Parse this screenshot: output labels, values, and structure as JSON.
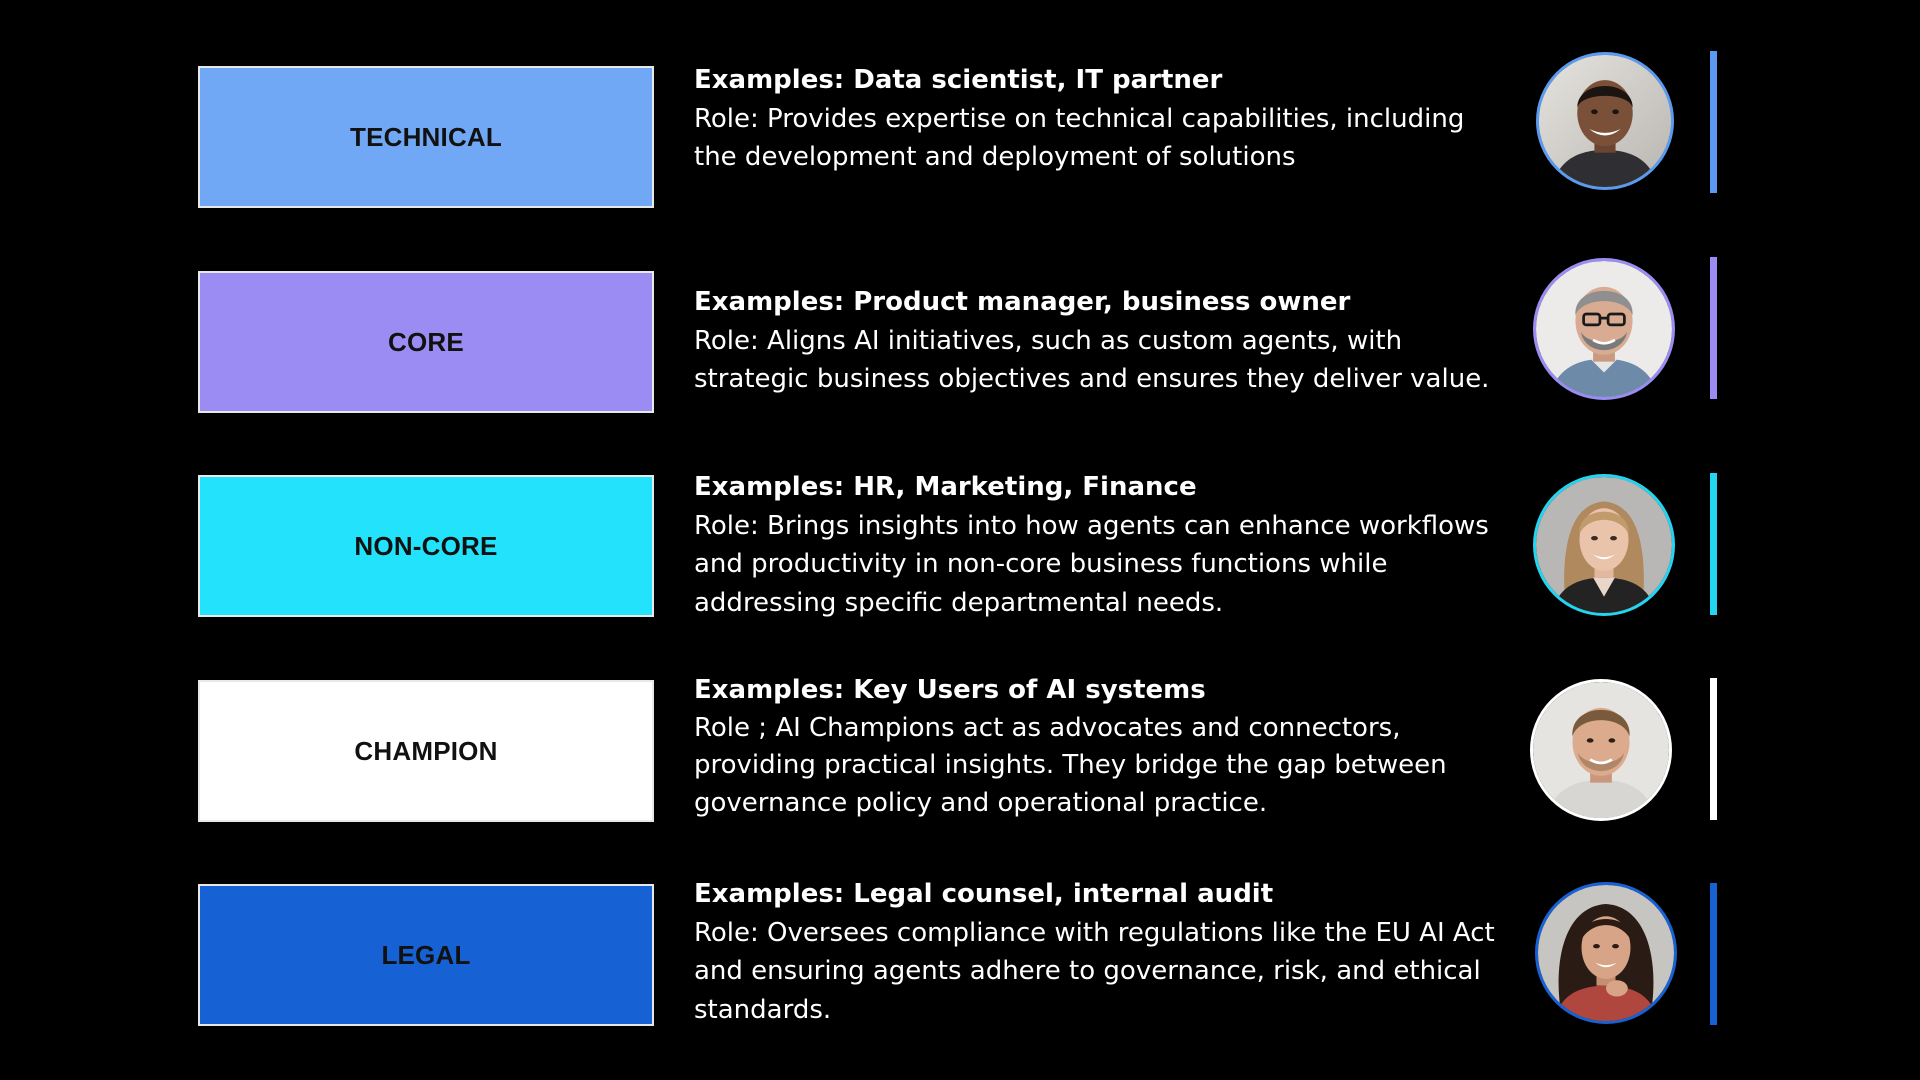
{
  "rows": [
    {
      "label": "TECHNICAL",
      "box_color": "#71a8f6",
      "accent_color": "#5a9af0",
      "examples": "Examples: Data scientist, IT partner",
      "role": "Role: Provides expertise on technical capabilities, including the development and deployment of solutions",
      "avatar": "portrait-icon"
    },
    {
      "label": "CORE",
      "box_color": "#9a8cf3",
      "accent_color": "#9a8cf3",
      "examples": "Examples: Product manager, business owner",
      "role": "Role: Aligns AI initiatives, such as custom agents, with strategic business objectives and ensures they deliver value.",
      "avatar": "portrait-icon"
    },
    {
      "label": "NON-CORE",
      "box_color": "#22e3fb",
      "accent_color": "#22d6f2",
      "examples": "Examples: HR, Marketing, Finance",
      "role": "Role: Brings insights into how agents can enhance workflows and productivity in non-core business functions while addressing specific departmental needs.",
      "avatar": "portrait-icon"
    },
    {
      "label": "CHAMPION",
      "box_color": "#ffffff",
      "accent_color": "#ffffff",
      "examples": "Examples: Key Users of AI systems",
      "role": "Role ; AI Champions act as advocates and connectors, providing practical insights. They bridge the gap between governance policy and operational practice.",
      "avatar": "portrait-icon"
    },
    {
      "label": "LEGAL",
      "box_color": "#1662d4",
      "accent_color": "#1662d4",
      "examples": "Examples: Legal counsel, internal audit",
      "role": "Role: Oversees compliance with regulations like the EU AI Act and ensuring agents adhere to governance, risk, and ethical standards.",
      "avatar": "portrait-icon"
    }
  ]
}
